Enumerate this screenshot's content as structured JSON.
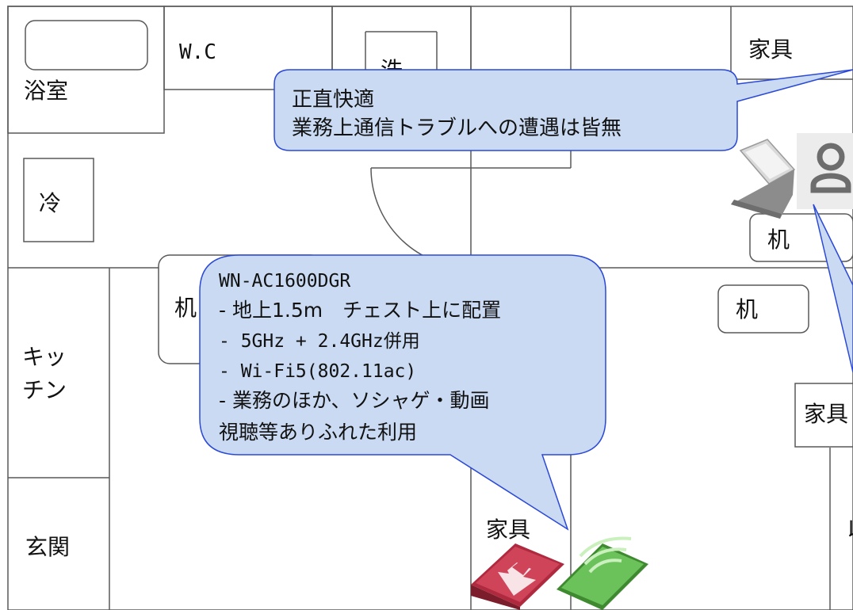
{
  "rooms": {
    "bath": "浴室",
    "wc": "W.C",
    "wash": "洗",
    "fridge": "冷",
    "kitchen_line1": "キッ",
    "kitchen_line2": "チン",
    "entrance": "玄関",
    "furniture_top": "家具",
    "furniture_right": "家具",
    "furniture_bottom": "家具",
    "desk_top_right": "机",
    "desk_middle": "机",
    "desk_left": "机",
    "partial_room_right": "以"
  },
  "callout_top": {
    "line1": "正直快適",
    "line2": "業務上通信トラブルへの遭遇は皆無"
  },
  "callout_router": {
    "line1": "WN-AC1600DGR",
    "line2": "- 地上1.5m　チェスト上に配置",
    "line3": "- 5GHz + 2.4GHz併用",
    "line4": "- Wi-Fi5(802.11ac)",
    "line5": "- 業務のほか、ソシャゲ・動画",
    "line6": "視聴等ありふれた利用"
  },
  "icons": {
    "laptop": "laptop-icon",
    "user": "user-icon",
    "router": "router-icon",
    "wireless": "wireless-ap-icon"
  },
  "colors": {
    "callout_fill": "#c9daf2",
    "callout_stroke": "#2b49d6",
    "line": "#595959",
    "router_red": "#c8344a",
    "wireless_green": "#5cb34a"
  }
}
